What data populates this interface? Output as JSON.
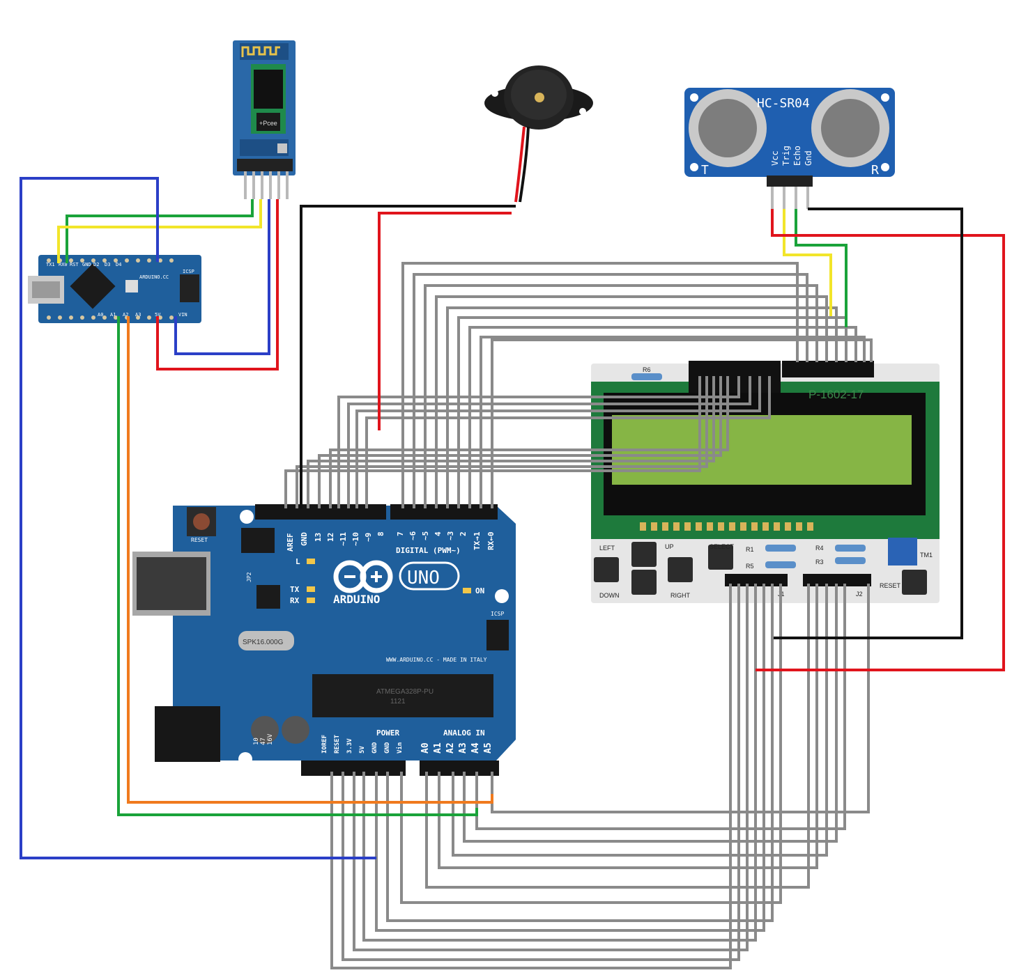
{
  "colors": {
    "board_blue": "#1f5f9c",
    "lcd_green": "#7fae3c",
    "wire_gray": "#8a8a8a",
    "wire_red": "#e0141c",
    "wire_black": "#111111",
    "wire_blue": "#2b3fc7",
    "wire_green": "#1aa33a",
    "wire_yellow": "#f2e52a",
    "wire_orange": "#f07a1e"
  },
  "bluetooth": {
    "labels": [
      "+Pcee"
    ]
  },
  "nano": {
    "labels": [
      "ARDUINO.CC",
      "ICSP",
      "TX1",
      "RX0",
      "RST",
      "GND",
      "D2",
      "D3",
      "D4",
      "A0",
      "A1",
      "A2",
      "A3",
      "5V",
      "VIN"
    ]
  },
  "sensor": {
    "name": "HC-SR04",
    "left_mark": "T",
    "right_mark": "R",
    "pins": [
      "Vcc",
      "Trig",
      "Echo",
      "Gnd"
    ]
  },
  "lcd_shield": {
    "model": "P-1602-17",
    "resistor_labels": [
      "R6",
      "R1",
      "R5",
      "R4",
      "R3",
      "TM1"
    ],
    "button_labels": [
      "LEFT",
      "UP",
      "SELECT",
      "DOWN",
      "RIGHT",
      "RESET"
    ],
    "header_labels": [
      "J1",
      "J2"
    ]
  },
  "uno": {
    "brand": "ARDUINO",
    "model": "UNO",
    "reset_label": "RESET",
    "digital_label": "DIGITAL (PWM~)",
    "digital_pins": [
      "AREF",
      "GND",
      "13",
      "12",
      "~11",
      "~10",
      "~9",
      "8",
      "7",
      "~6",
      "~5",
      "4",
      "~3",
      "2",
      "TX→1",
      "RX←0"
    ],
    "power_label": "POWER",
    "analog_label": "ANALOG IN",
    "power_pins": [
      "IOREF",
      "RESET",
      "3.3V",
      "5V",
      "GND",
      "GND",
      "Vin"
    ],
    "analog_pins": [
      "A0",
      "A1",
      "A2",
      "A3",
      "A4",
      "A5"
    ],
    "website": "WWW.ARDUINO.CC - MADE IN ITALY",
    "led_labels": [
      "L",
      "TX",
      "RX",
      "ON"
    ],
    "icsp": "ICSP",
    "crystal": "SPK16.000G",
    "caps": [
      "10",
      "47",
      "16V"
    ],
    "chip": "ATMEGA328P-PU",
    "chip_sub": "1121",
    "jp": "JP2"
  }
}
